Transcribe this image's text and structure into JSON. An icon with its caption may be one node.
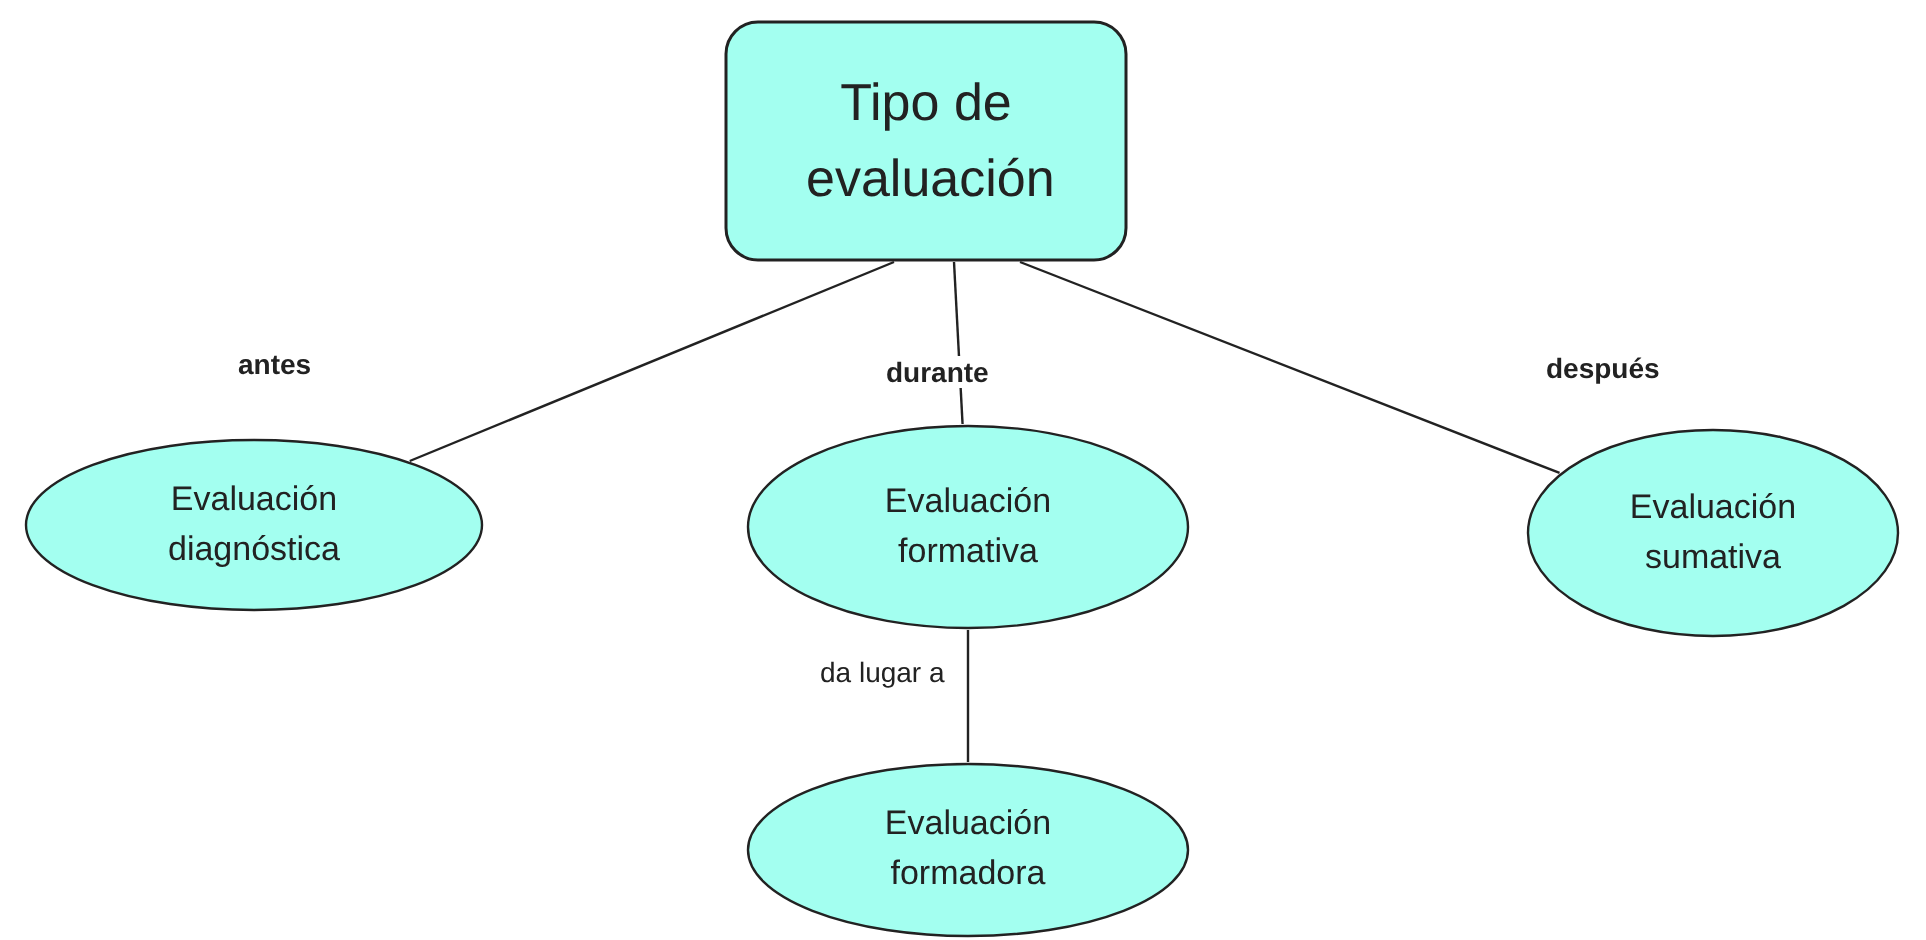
{
  "diagram": {
    "nodes": [
      {
        "text": [
          "Tipo de evaluación"
        ]
      },
      {
        "text": [
          "Evaluación diagnóstica"
        ]
      },
      {
        "text": [
          "Evaluación formativa"
        ]
      },
      {
        "text": [
          "Evaluación sumativa"
        ]
      },
      {
        "text": [
          "Evaluación formadora"
        ]
      }
    ],
    "edges": [
      {
        "from": 0,
        "to": 1,
        "arrow": "none",
        "label": "antes"
      },
      {
        "from": 0,
        "to": 2,
        "arrow": "none",
        "label": "durante"
      },
      {
        "from": 0,
        "to": 3,
        "arrow": "none",
        "label": "después"
      },
      {
        "from": 2,
        "to": 4,
        "arrow": "none",
        "label": "da lugar a"
      }
    ]
  }
}
